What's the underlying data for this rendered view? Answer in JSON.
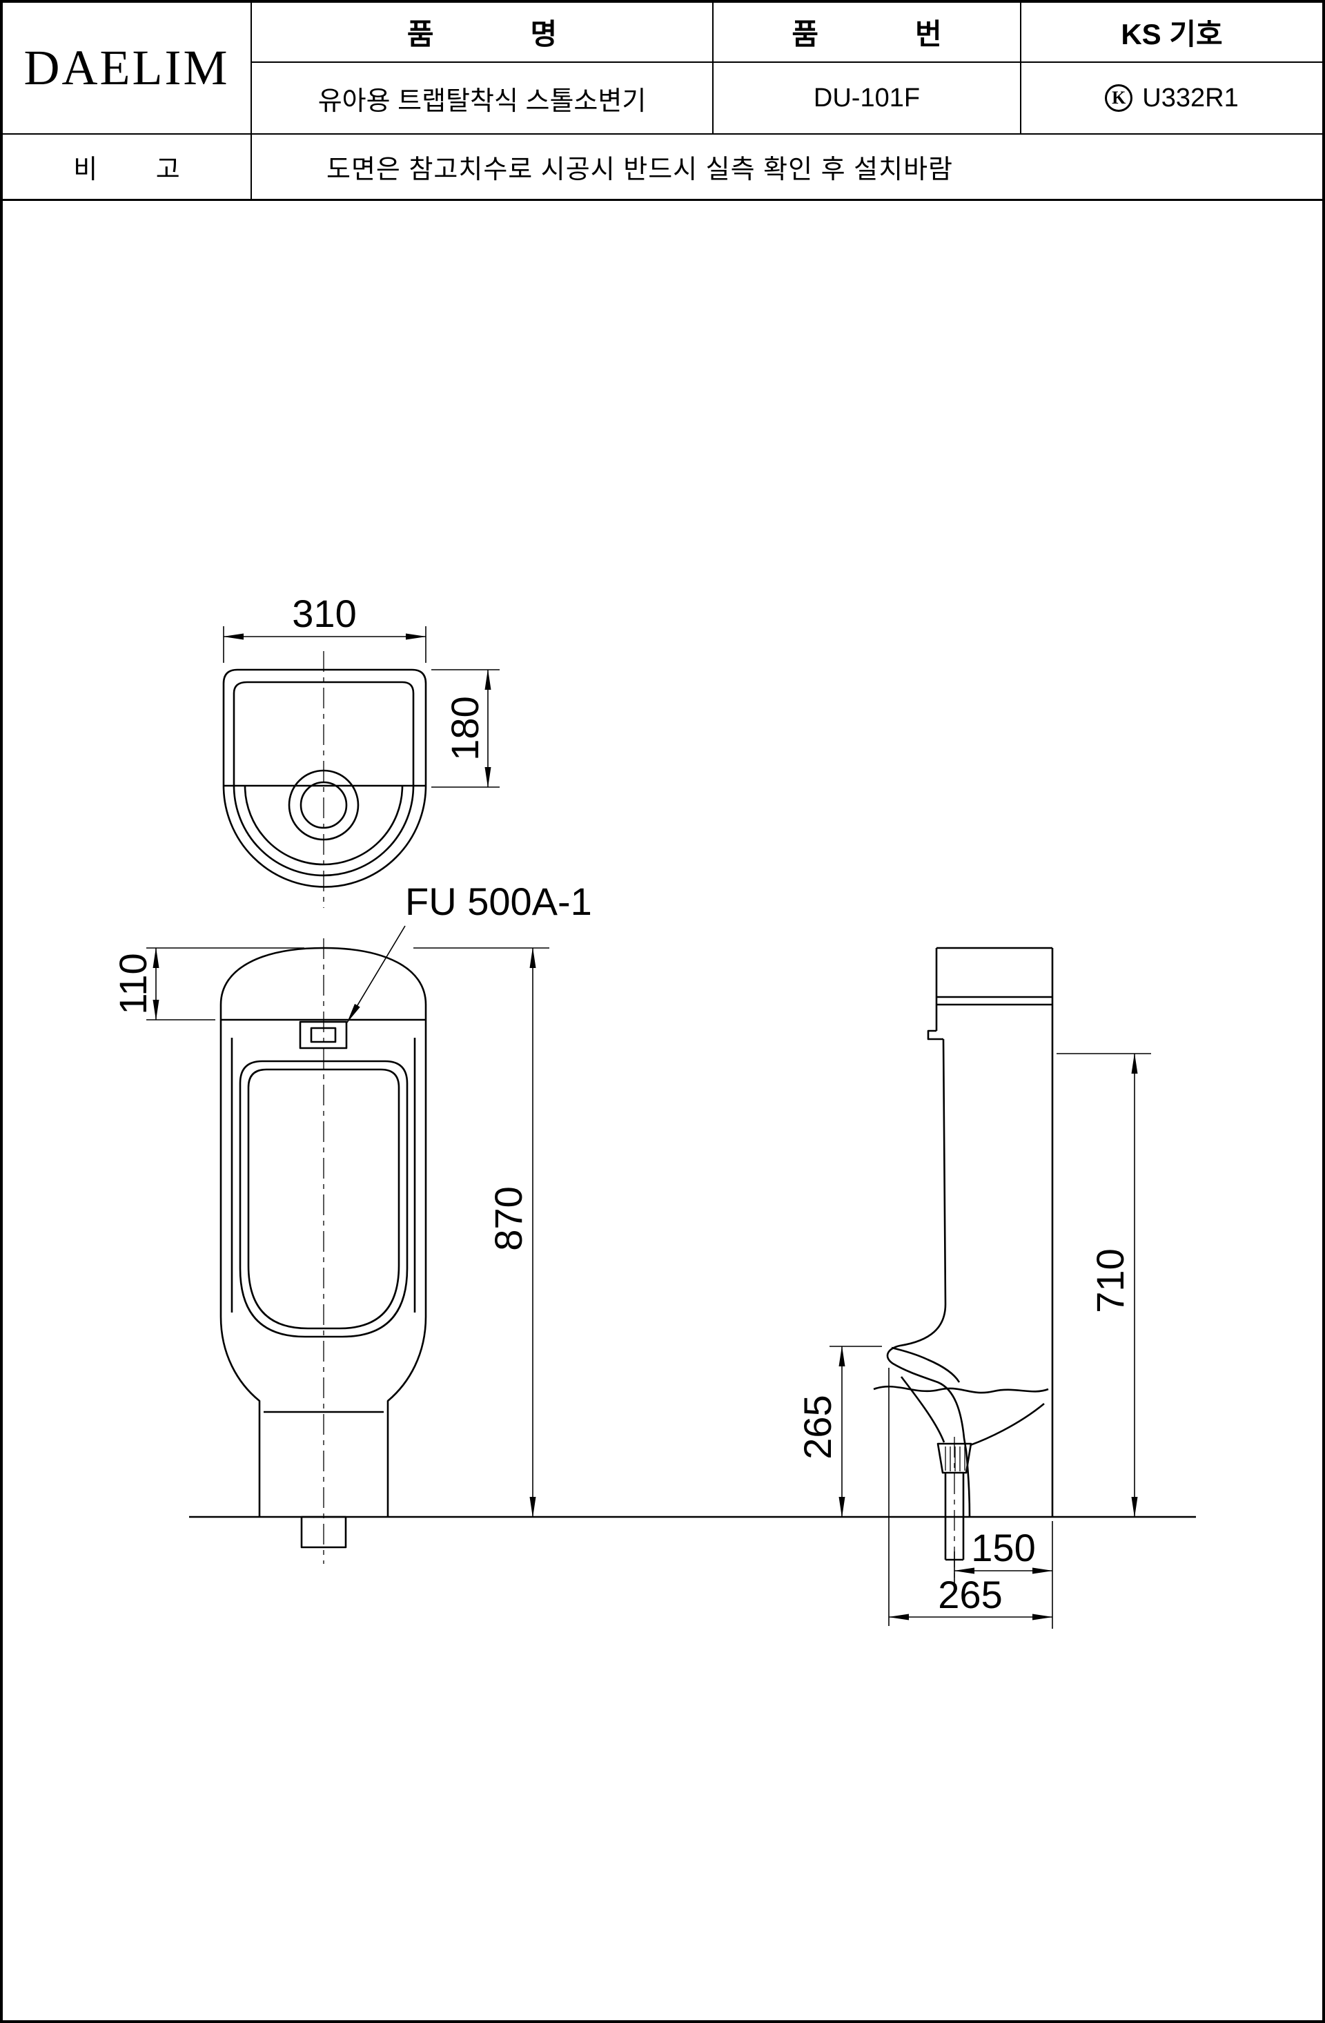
{
  "title_block": {
    "logo": "DAELIM",
    "product_name_label": "품            명",
    "product_no_label": "품            번",
    "ks_label": "KS 기호",
    "product_name": "유아용 트랩탈착식 스톨소변기",
    "product_no": "DU-101F",
    "ks_mark_letter": "K",
    "ks_code": "U332R1",
    "remarks_label": "비        고",
    "remarks": "도면은 참고치수로 시공시  반드시 실측 확인 후 설치바람"
  },
  "drawing": {
    "part_label": "FU 500A-1",
    "dims": {
      "top_width": "310",
      "top_depth": "180",
      "front_top_offset": "110",
      "overall_height": "870",
      "back_height": "710",
      "rim_height": "265",
      "drain_to_wall": "150",
      "rim_to_wall": "265"
    }
  }
}
